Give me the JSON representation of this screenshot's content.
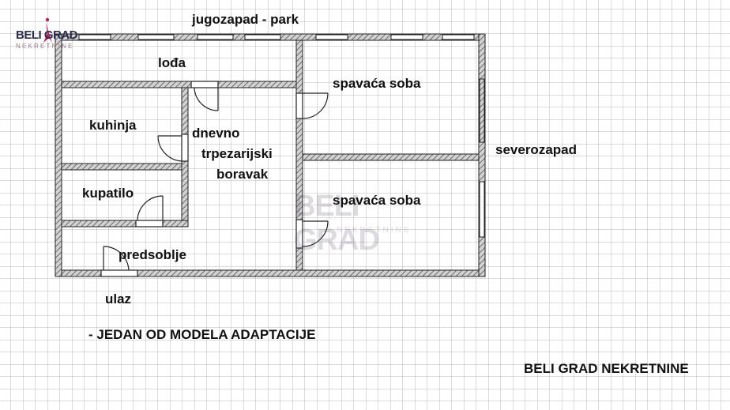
{
  "logo": {
    "name": "BELI GRAD",
    "tagline": "NEKRETNINE"
  },
  "labels": {
    "top_orientation": "jugozapad - park",
    "right_orientation": "severozapad",
    "balcony": "lođa",
    "bedroom_1": "spavaća soba",
    "bedroom_2": "spavaća soba",
    "kitchen": "kuhinja",
    "living_line1": "dnevno",
    "living_line2": "trpezarijski",
    "living_line3": "boravak",
    "bathroom": "kupatilo",
    "hallway": "predsoblje",
    "entrance": "ulaz",
    "note": "- JEDAN OD MODELA ADAPTACIJE",
    "company": "BELI GRAD NEKRETNINE"
  },
  "colors": {
    "grid": "#b8b8b8",
    "wall_fill": "#a7a7a7",
    "wall_edge": "#222222",
    "logo_accent": "#c21a5a"
  }
}
